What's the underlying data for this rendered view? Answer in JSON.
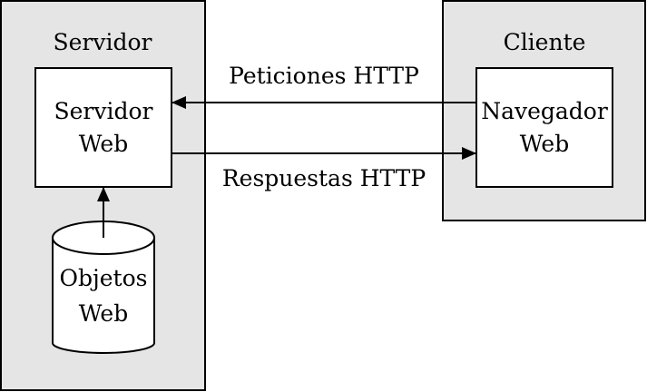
{
  "colors": {
    "container_fill": "#e5e5e5",
    "box_fill": "#ffffff",
    "stroke": "#000000"
  },
  "server": {
    "title": "Servidor",
    "web_server": {
      "line1": "Servidor",
      "line2": "Web"
    },
    "web_objects": {
      "line1": "Objetos",
      "line2": "Web"
    }
  },
  "client": {
    "title": "Cliente",
    "browser": {
      "line1": "Navegador",
      "line2": "Web"
    }
  },
  "arrows": {
    "requests_label": "Peticiones HTTP",
    "responses_label": "Respuestas HTTP"
  }
}
